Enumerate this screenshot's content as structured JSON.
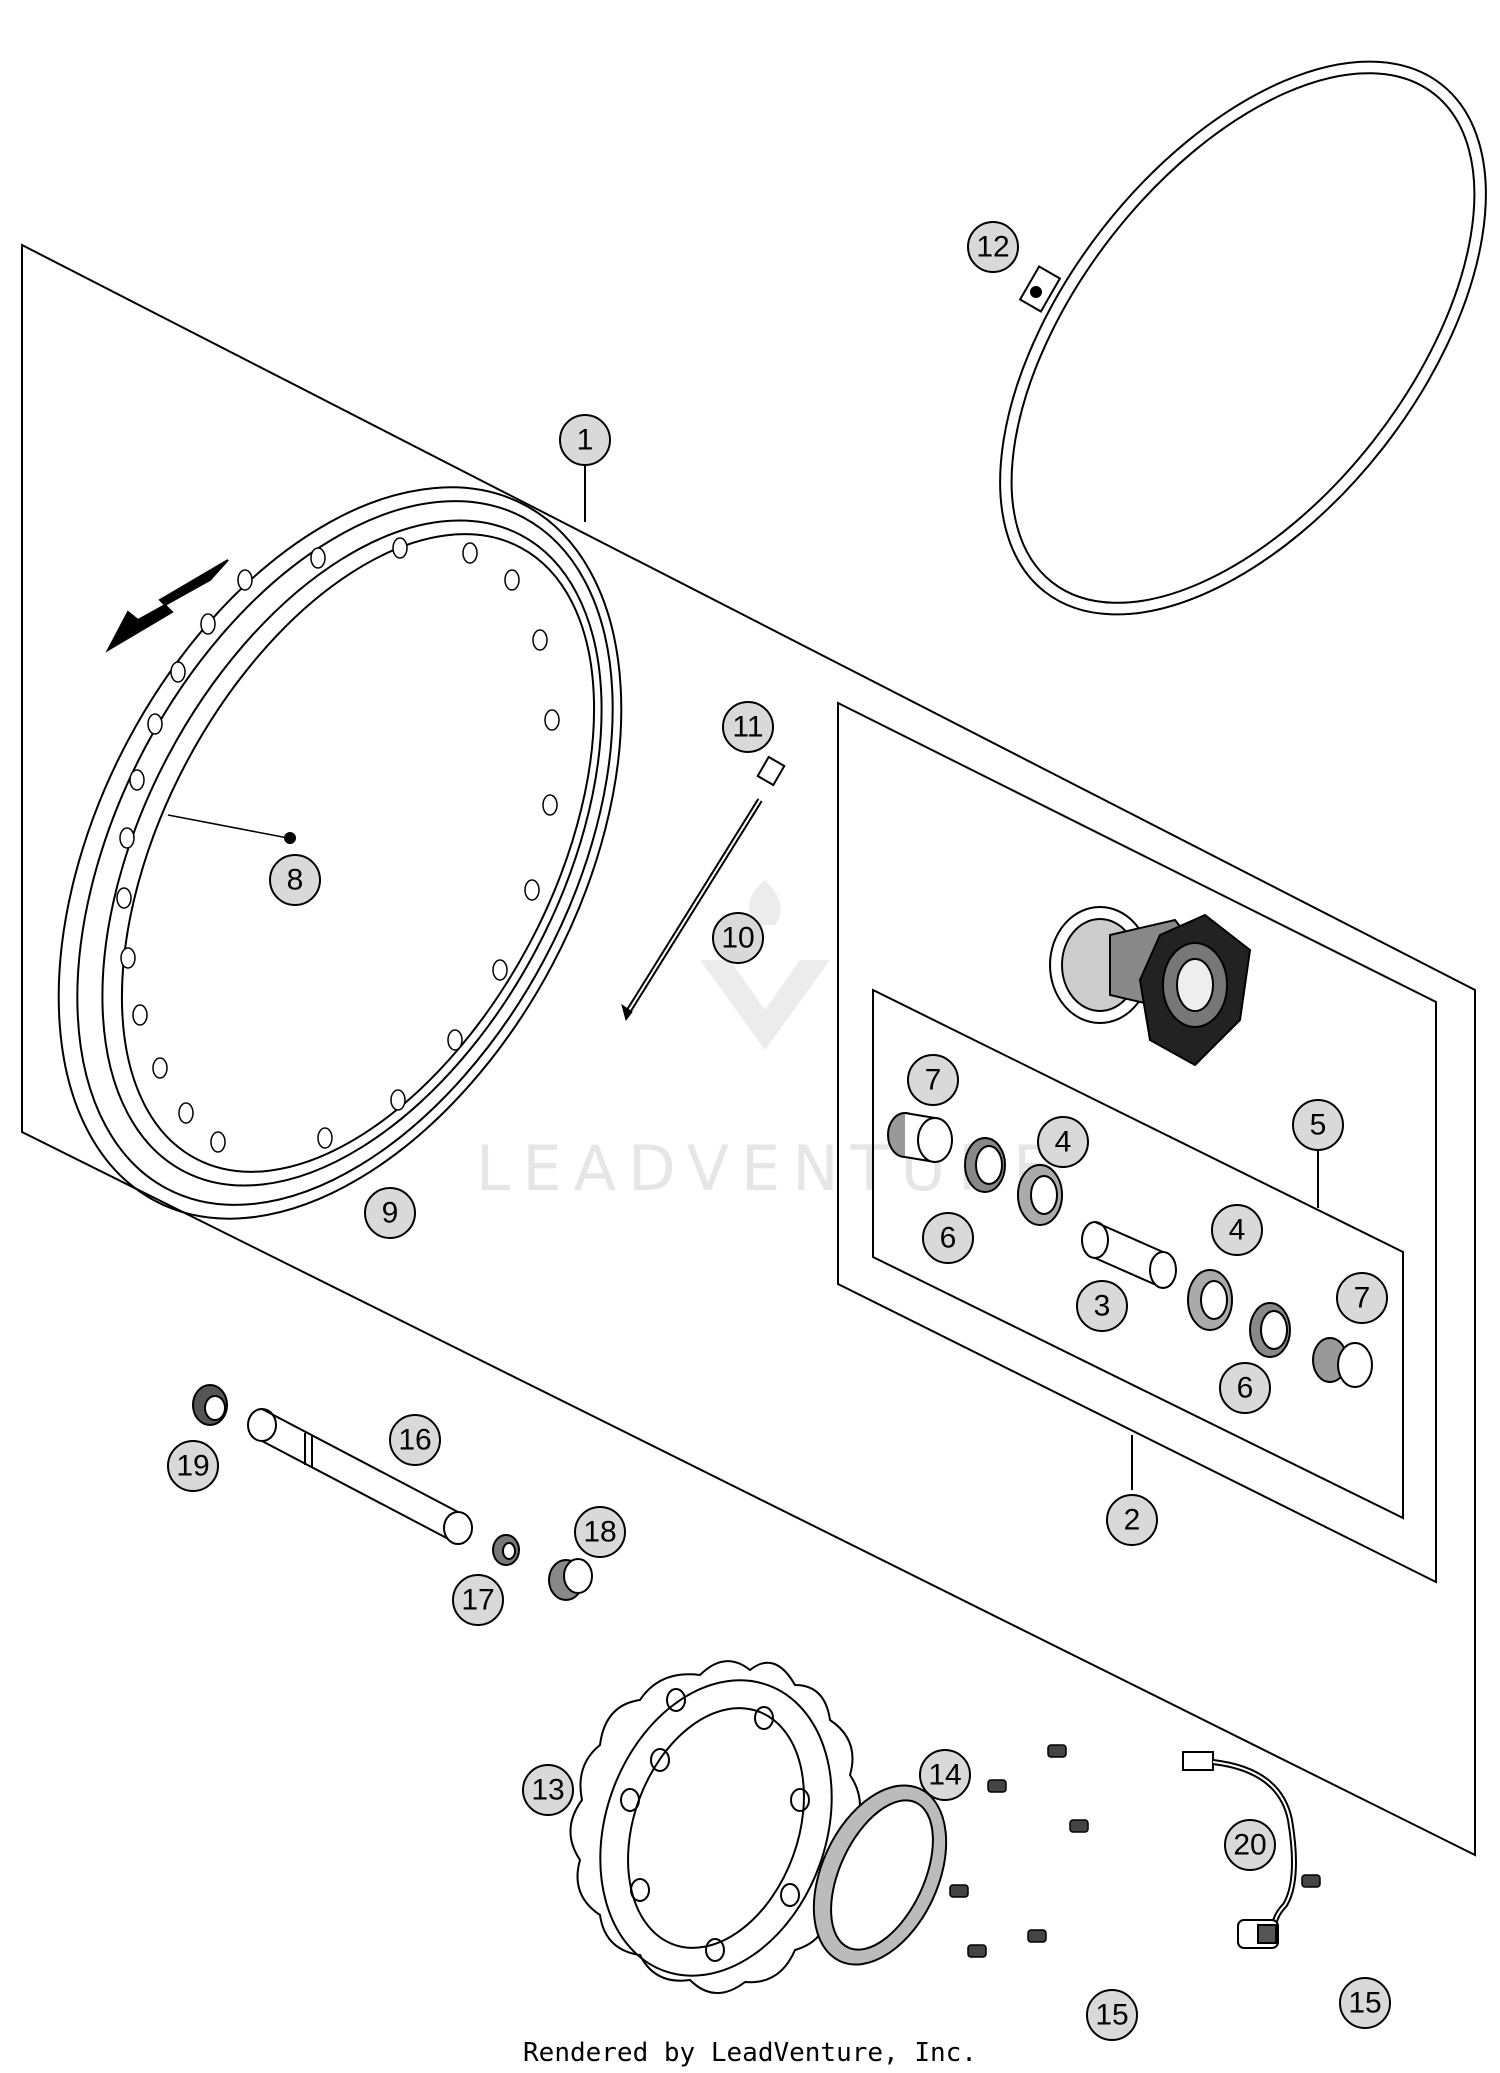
{
  "watermark": {
    "text": "LEADVENTURE"
  },
  "credit": {
    "text": "Rendered by LeadVenture, Inc."
  },
  "colors": {
    "line": "#000000",
    "callout_fill": "#d9d9d9",
    "watermark": "#e6e6e6"
  },
  "callouts": [
    {
      "id": "1",
      "label": "1"
    },
    {
      "id": "2",
      "label": "2"
    },
    {
      "id": "3",
      "label": "3"
    },
    {
      "id": "4a",
      "label": "4"
    },
    {
      "id": "4b",
      "label": "4"
    },
    {
      "id": "5",
      "label": "5"
    },
    {
      "id": "6a",
      "label": "6"
    },
    {
      "id": "6b",
      "label": "6"
    },
    {
      "id": "7a",
      "label": "7"
    },
    {
      "id": "7b",
      "label": "7"
    },
    {
      "id": "8",
      "label": "8"
    },
    {
      "id": "9",
      "label": "9"
    },
    {
      "id": "10",
      "label": "10"
    },
    {
      "id": "11",
      "label": "11"
    },
    {
      "id": "12",
      "label": "12"
    },
    {
      "id": "13",
      "label": "13"
    },
    {
      "id": "14",
      "label": "14"
    },
    {
      "id": "15a",
      "label": "15"
    },
    {
      "id": "15b",
      "label": "15"
    },
    {
      "id": "16",
      "label": "16"
    },
    {
      "id": "17",
      "label": "17"
    },
    {
      "id": "18",
      "label": "18"
    },
    {
      "id": "19",
      "label": "19"
    },
    {
      "id": "20",
      "label": "20"
    }
  ]
}
